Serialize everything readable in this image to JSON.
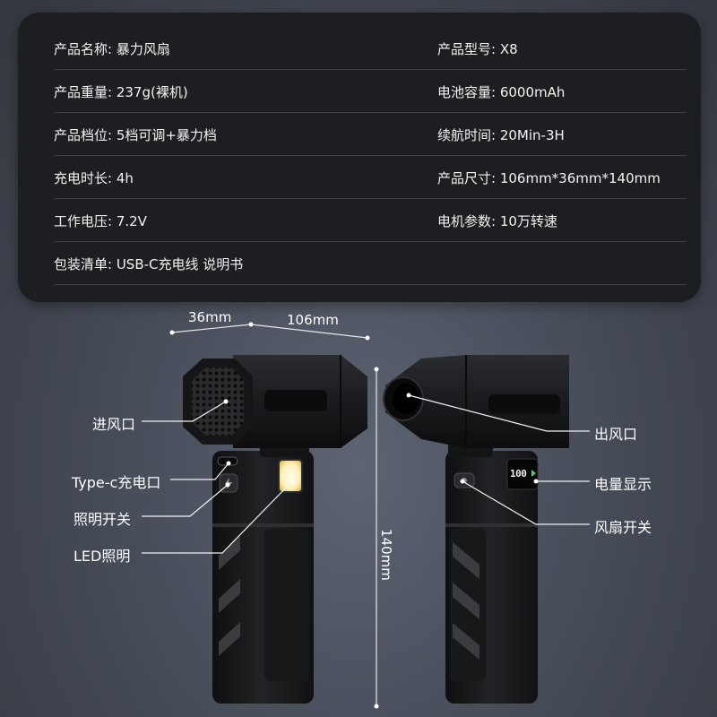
{
  "specs": [
    {
      "left": "产品名称: 暴力风扇",
      "right": "产品型号: X8"
    },
    {
      "left": "产品重量: 237g(裸机)",
      "right": "电池容量: 6000mAh"
    },
    {
      "left": "产品档位: 5档可调+暴力档",
      "right": "续航时间: 20Min-3H"
    },
    {
      "left": "充电时长: 4h",
      "right": "产品尺寸: 106mm*36mm*140mm"
    },
    {
      "left": "工作电压: 7.2V",
      "right": "电机参数: 10万转速"
    },
    {
      "left": "包装清单: USB-C充电线 说明书",
      "right": ""
    }
  ],
  "dimensions": {
    "width": "36mm",
    "length": "106mm",
    "height": "140mm"
  },
  "callouts": {
    "air_inlet": "进风口",
    "typec_port": "Type-c充电口",
    "light_switch": "照明开关",
    "led_light": "LED照明",
    "air_outlet": "出风口",
    "battery_display": "电量显示",
    "fan_switch": "风扇开关"
  },
  "display": {
    "battery_level": "100"
  },
  "colors": {
    "panel": "#1c1e22",
    "background": "#474d59",
    "device": "#1a1a1c",
    "led": "#fff3c4",
    "display_green": "#3dd66b"
  }
}
